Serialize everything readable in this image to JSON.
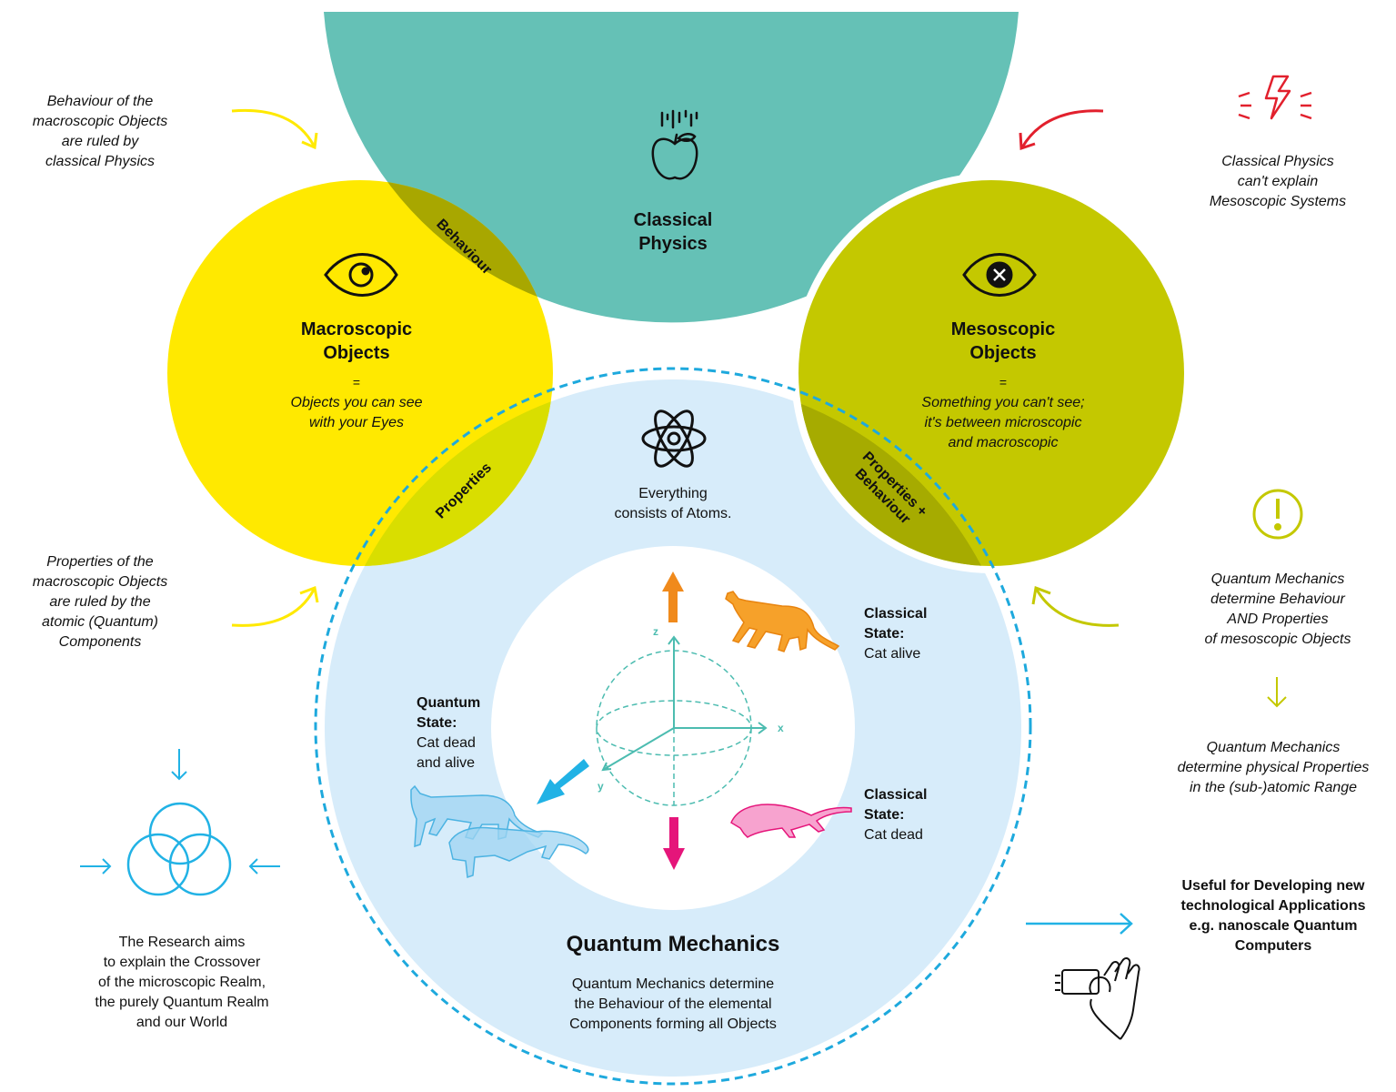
{
  "colors": {
    "teal": "#65c1b6",
    "yellow": "#ffe900",
    "olive": "#c4c800",
    "light_blue": "#d7ecfa",
    "dashed_blue": "#1ea9dd",
    "orange": "#f08a1c",
    "magenta": "#e5157a",
    "red": "#e2202d",
    "cyan": "#21b2e5"
  },
  "classical_physics": {
    "title": "Classical\nPhysics",
    "icon": "apple-icon"
  },
  "macroscopic": {
    "icon": "eye-icon",
    "title": "Macroscopic\nObjects",
    "equals": "=",
    "description": "Objects you can see\nwith your Eyes"
  },
  "mesoscopic": {
    "icon": "crossed-eye-icon",
    "title": "Mesoscopic\nObjects",
    "equals": "=",
    "description": "Something you can't see;\nit's between microscopic\nand macroscopic"
  },
  "overlaps": {
    "behaviour": "Behaviour",
    "properties": "Properties",
    "properties_behaviour": "Properties +\nBehaviour"
  },
  "quantum": {
    "atom_icon": "atom-icon",
    "atoms_text": "Everything\nconsists of Atoms.",
    "title": "Quantum Mechanics",
    "description": "Quantum Mechanics determine\nthe Behaviour of the elemental\nComponents forming all Objects",
    "axis_x": "x",
    "axis_y": "y",
    "axis_z": "z",
    "classical_alive_label": "Classical\nState:",
    "classical_alive_value": "Cat alive",
    "classical_dead_label": "Classical\nState:",
    "classical_dead_value": "Cat dead",
    "quantum_state_label": "Quantum\nState:",
    "quantum_state_value": "Cat dead\nand alive"
  },
  "left_notes": {
    "top": "Behaviour of the\nmacroscopic Objects\nare ruled by\nclassical Physics",
    "middle": "Properties of the\nmacroscopic Objects\nare ruled by the\natomic (Quantum)\nComponents",
    "bottom": "The Research aims\nto explain the Crossover\nof the microscopic Realm,\nthe purely Quantum Realm\nand our World"
  },
  "right_notes": {
    "top": "Classical Physics\ncan't explain\nMesoscopic Systems",
    "middle": "Quantum Mechanics\ndetermine Behaviour\nAND Properties\nof mesoscopic Objects",
    "lower": "Quantum Mechanics\ndetermine physical Properties\nin the (sub-)atomic Range",
    "bottom": "Useful for Developing new\ntechnological Applications\ne.g. nanoscale Quantum\nComputers"
  },
  "icons": {
    "lightning": "lightning-icon",
    "exclamation": "exclamation-icon",
    "venn": "venn-icon",
    "hand_chip": "hand-chip-icon"
  }
}
